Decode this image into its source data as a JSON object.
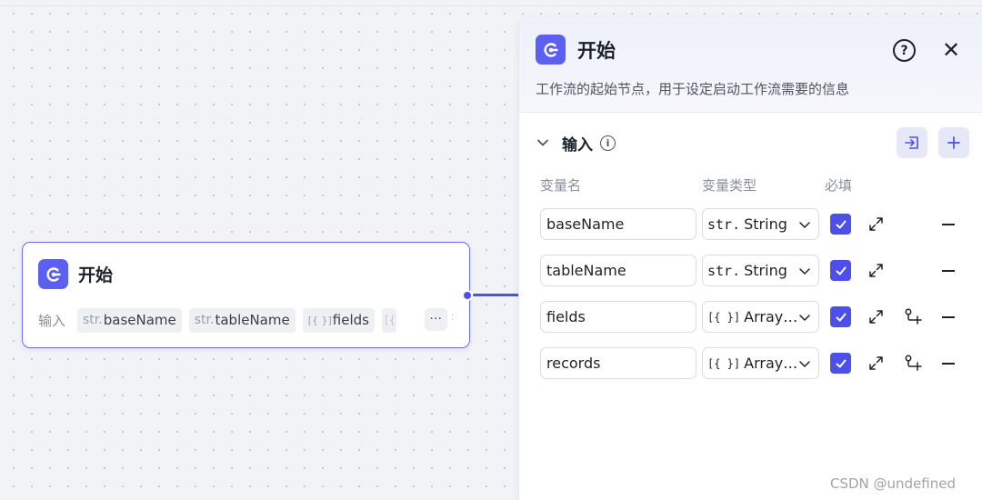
{
  "colors": {
    "accent": "#4d50e8",
    "logo_bg": "#5b5ff2",
    "canvas": "#f2f3f6"
  },
  "node": {
    "title": "开始",
    "input_label": "输入",
    "chips": [
      {
        "prefix": "str.",
        "name": "baseName"
      },
      {
        "prefix": "str.",
        "name": "tableName"
      },
      {
        "prefix": "[{ }]",
        "name": "fields"
      },
      {
        "prefix": "[{",
        "name": ""
      }
    ],
    "more": "···"
  },
  "panel": {
    "title": "开始",
    "help_icon": "?",
    "close_icon": "✕",
    "description": "工作流的起始节点，用于设定启动工作流需要的信息",
    "section": {
      "title": "输入",
      "info_icon": "i",
      "columns": {
        "name": "变量名",
        "type": "变量类型",
        "required": "必填"
      },
      "rows": [
        {
          "name": "baseName",
          "type_prefix": "str.",
          "type": "String",
          "required": true,
          "has_child": false
        },
        {
          "name": "tableName",
          "type_prefix": "str.",
          "type": "String",
          "required": true,
          "has_child": false
        },
        {
          "name": "fields",
          "type_prefix": "[{ }]",
          "type": "Array<Object>",
          "required": true,
          "has_child": true
        },
        {
          "name": "records",
          "type_prefix": "[{ }]",
          "type": "Array<Object>",
          "required": true,
          "has_child": true
        }
      ]
    }
  },
  "watermark": "CSDN @undefined"
}
